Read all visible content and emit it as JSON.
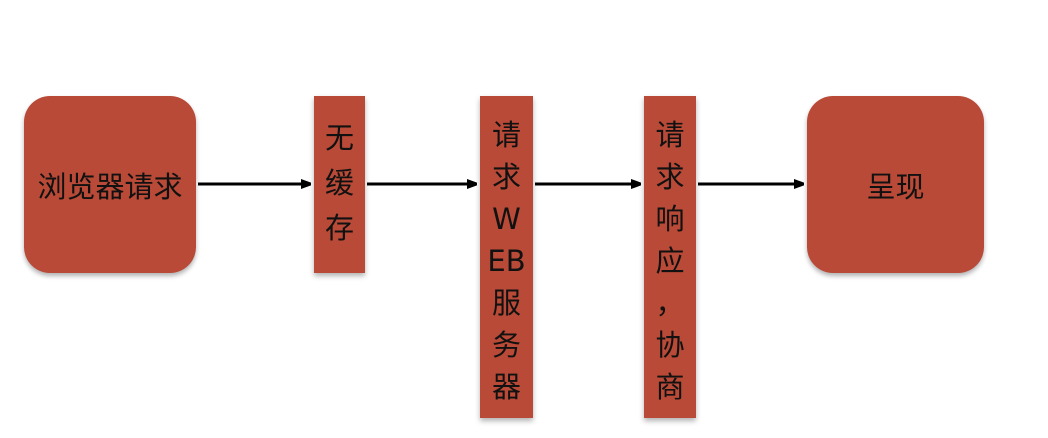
{
  "nodes": {
    "browser_request": "浏览器请求",
    "no_cache": [
      "无",
      "缓",
      "存"
    ],
    "request_web_server": [
      "请",
      "求",
      "W",
      "EB",
      "服",
      "务",
      "器"
    ],
    "response_negotiate": [
      "请",
      "求",
      "响",
      "应",
      "，",
      "协",
      "商"
    ],
    "render": "呈现"
  },
  "colors": {
    "node_fill": "#b84a37",
    "arrow": "#000000"
  }
}
